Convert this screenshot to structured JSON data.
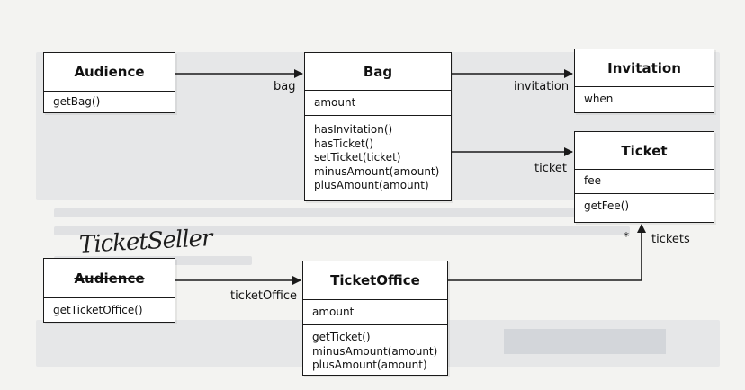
{
  "classes": {
    "audience_top": {
      "name": "Audience",
      "methods": [
        "getBag()"
      ]
    },
    "bag": {
      "name": "Bag",
      "attributes": [
        "amount"
      ],
      "methods": [
        "hasInvitation()",
        "hasTicket()",
        "setTicket(ticket)",
        "minusAmount(amount)",
        "plusAmount(amount)"
      ]
    },
    "invitation": {
      "name": "Invitation",
      "attributes": [
        "when"
      ]
    },
    "ticket": {
      "name": "Ticket",
      "attributes": [
        "fee"
      ],
      "methods": [
        "getFee()"
      ]
    },
    "audience_bottom": {
      "name": "Audience",
      "annotation": "TicketSeller",
      "methods": [
        "getTicketOffice()"
      ]
    },
    "ticket_office": {
      "name": "TicketOffice",
      "attributes": [
        "amount"
      ],
      "methods": [
        "getTicket()",
        "minusAmount(amount)",
        "plusAmount(amount)"
      ]
    }
  },
  "associations": {
    "bag": "bag",
    "invitation": "invitation",
    "ticket": "ticket",
    "ticket_office": "ticketOffice",
    "tickets": "tickets",
    "tickets_multiplicity": "*"
  },
  "colors": {
    "line": "#1a1a1a",
    "box_fill": "#ffffff",
    "page": "#f3f3f1"
  }
}
